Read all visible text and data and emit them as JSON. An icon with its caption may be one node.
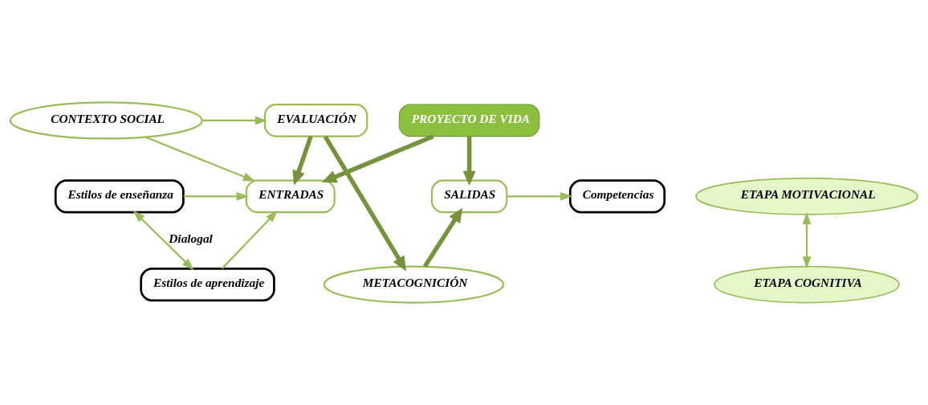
{
  "diagram": {
    "nodes": [
      {
        "text": [
          "PROYECTO DE VIDA"
        ]
      },
      {
        "text": [
          "Estilos de enseñanza"
        ]
      },
      {
        "text": [
          "Competencias"
        ]
      },
      {
        "text": [
          "ENTRADAS"
        ]
      },
      {
        "text": [
          "SALIDAS"
        ]
      },
      {
        "text": [
          "Estilos de aprendizaje"
        ]
      },
      {
        "text": [
          "ETAPA MOTIVACIONAL"
        ]
      },
      {
        "text": [
          "ETAPA COGNITIVA"
        ]
      },
      {
        "text": [
          "METACOGNICIÓN"
        ]
      },
      {
        "text": [
          "CONTEXTO SOCIAL"
        ]
      },
      {
        "text": [
          "EVALUACIÓN"
        ]
      }
    ],
    "edges": [
      {
        "from": 0,
        "to": 3,
        "arrow": "to",
        "style": "thick",
        "color": "#76923c"
      },
      {
        "from": 0,
        "to": 4,
        "arrow": "to",
        "style": "thick",
        "color": "#76923c"
      },
      {
        "from": 1,
        "to": 3,
        "arrow": "to"
      },
      {
        "from": 1,
        "to": 5,
        "arrow": "both",
        "label": "Dialogal"
      },
      {
        "from": 5,
        "to": 3,
        "arrow": "to"
      },
      {
        "from": 4,
        "to": 2,
        "arrow": "to"
      },
      {
        "from": 6,
        "to": 7,
        "arrow": "both"
      },
      {
        "from": 9,
        "to": 3,
        "arrow": "to"
      },
      {
        "from": 9,
        "to": 10,
        "arrow": "to"
      },
      {
        "from": 10,
        "to": 3,
        "arrow": "to",
        "style": "thick",
        "color": "#76923c"
      },
      {
        "from": 10,
        "to": 8,
        "arrow": "to",
        "style": "thick",
        "color": "#76923c"
      },
      {
        "from": 8,
        "to": 4,
        "arrow": "to",
        "style": "thick",
        "color": "#76923c"
      }
    ]
  }
}
